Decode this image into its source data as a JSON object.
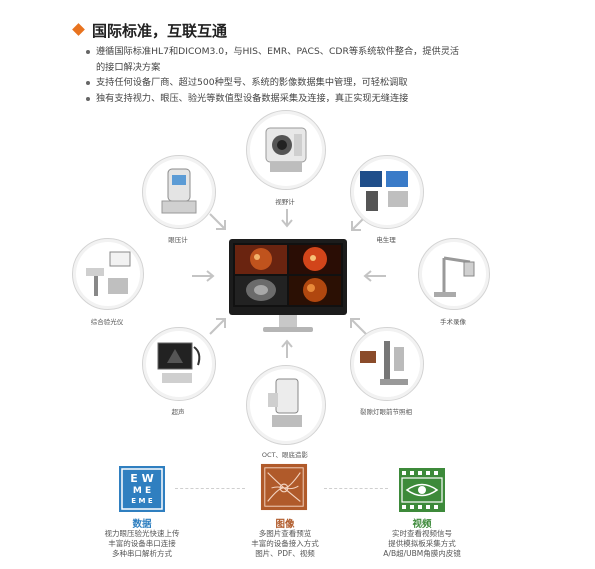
{
  "header": {
    "title": "国际标准，互联互通"
  },
  "bullets": [
    "遵循国际标准HL7和DICOM3.0，与HIS、EMR、PACS、CDR等系统软件整合，提供灵活",
    "的接口解决方案",
    "支持任何设备厂商、超过500种型号、系统的影像数据集中管理，可轻松调取",
    "独有支持视力、眼压、验光等数值型设备数据采集及连接，真正实现无缝连接"
  ],
  "devices": {
    "tonometer": "眼压计",
    "fundus": "视野计",
    "ecg": "电生理",
    "refraction": "综合验光仪",
    "surgery": "手术录像",
    "ultrasound": "超声",
    "slitlamp": "裂隙灯眼前节照相",
    "oct": "OCT、眼底造影"
  },
  "bottom": {
    "data": {
      "title": "数据",
      "lines": [
        "视力眼压验光快速上传",
        "丰富的设备串口连接",
        "多种串口解析方式"
      ]
    },
    "image": {
      "title": "图像",
      "lines": [
        "多图片查看预览",
        "丰富的设备接入方式",
        "图片、PDF、视频"
      ]
    },
    "video": {
      "title": "视频",
      "lines": [
        "实时查看视频信号",
        "提供模拟板采集方式",
        "A/B超/UBM角膜内皮镜"
      ]
    }
  },
  "colors": {
    "accent": "#e8731f",
    "data_blue": "#2f7fc0",
    "image_brown": "#b05a2a",
    "video_green": "#3d8a3a"
  }
}
